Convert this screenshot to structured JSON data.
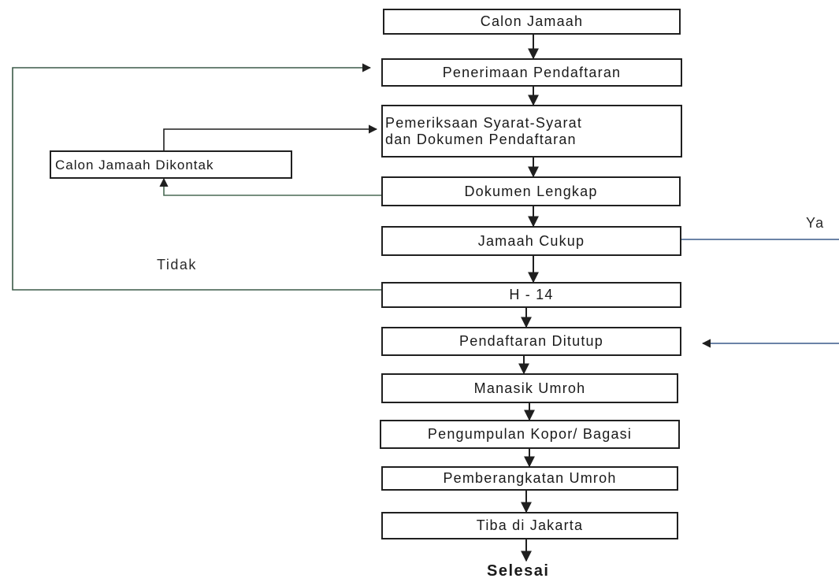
{
  "steps": {
    "calon_jamaah": "Calon Jamaah",
    "penerimaan": "Penerimaan Pendaftaran",
    "pemeriksaan_line1": "Pemeriksaan Syarat-Syarat",
    "pemeriksaan_line2": "dan Dokumen Pendaftaran",
    "dokumen_lengkap": "Dokumen Lengkap",
    "jamaah_cukup": "Jamaah Cukup",
    "h14": "H - 14",
    "pendaftaran_ditutup": "Pendaftaran Ditutup",
    "manasik": "Manasik Umroh",
    "pengumpulan": "Pengumpulan Kopor/ Bagasi",
    "pemberangkatan": "Pemberangkatan Umroh",
    "tiba": "Tiba di Jakarta"
  },
  "side": {
    "dikontak": "Calon Jamaah Dikontak"
  },
  "labels": {
    "ya": "Ya",
    "tidak": "Tidak",
    "selesai": "Selesai"
  },
  "colors": {
    "line": "#1f1f1f",
    "line_green": "#4a6a55",
    "line_blue": "#3a5a8a"
  }
}
